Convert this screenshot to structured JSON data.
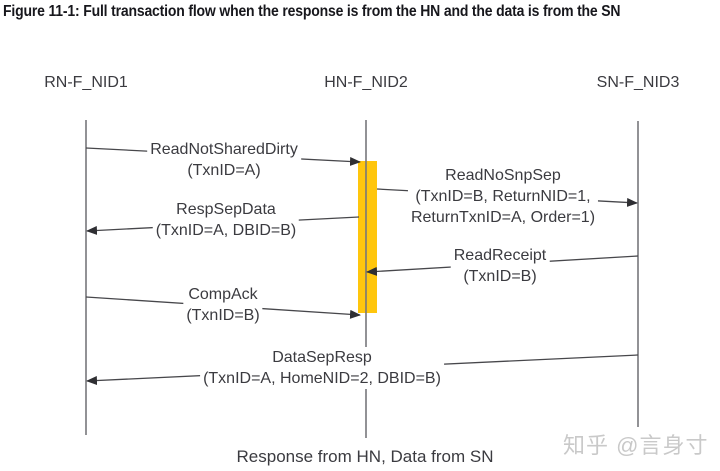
{
  "title": "Figure 11-1: Full transaction flow when the response is from the HN and the data is from the SN",
  "lifelines": [
    {
      "name": "RN-F_NID1"
    },
    {
      "name": "HN-F_NID2"
    },
    {
      "name": "SN-F_NID3"
    }
  ],
  "messages": [
    {
      "from": "RN-F_NID1",
      "to": "HN-F_NID2",
      "lines": [
        "ReadNotSharedDirty",
        "(TxnID=A)"
      ]
    },
    {
      "from": "HN-F_NID2",
      "to": "SN-F_NID3",
      "lines": [
        "ReadNoSnpSep",
        "(TxnID=B, ReturnNID=1,",
        "ReturnTxnID=A, Order=1)"
      ]
    },
    {
      "from": "HN-F_NID2",
      "to": "RN-F_NID1",
      "lines": [
        "RespSepData",
        "(TxnID=A, DBID=B)"
      ]
    },
    {
      "from": "SN-F_NID3",
      "to": "HN-F_NID2",
      "lines": [
        "ReadReceipt",
        "(TxnID=B)"
      ]
    },
    {
      "from": "RN-F_NID1",
      "to": "HN-F_NID2",
      "lines": [
        "CompAck",
        "(TxnID=B)"
      ]
    },
    {
      "from": "SN-F_NID3",
      "to": "RN-F_NID1",
      "lines": [
        "DataSepResp",
        "(TxnID=A, HomeNID=2, DBID=B)"
      ]
    }
  ],
  "caption": "Response from HN, Data from SN",
  "watermark": "知乎 @言身寸",
  "colors": {
    "activation_bar": "#FFC60D",
    "message_line": "#47474B",
    "lifeline": "#77777B",
    "arrowhead": "#2F2F33",
    "title_text": "#17171C",
    "label_text": "#3B3B40",
    "watermark_text": "#C9C9C9"
  }
}
